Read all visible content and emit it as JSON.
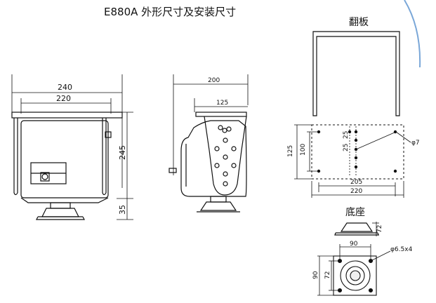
{
  "title": "E880A 外形尺寸及安装尺寸",
  "labels": {
    "flip_plate": "翻板",
    "base": "底座"
  },
  "front_view": {
    "width_outer": "240",
    "width_inner": "220",
    "height": "245",
    "base_height": "35"
  },
  "side_view": {
    "depth_outer": "200",
    "depth_inner": "125"
  },
  "flip_plate_holes": {
    "height_outer": "125",
    "height_inner": "100",
    "spacing_a": "25",
    "spacing_b": "25",
    "width_inner": "205",
    "width_outer": "220",
    "hole_diameter": "φ7"
  },
  "base_drawing": {
    "height": "72",
    "width_top": "90",
    "hole_spec": "φ6.5x4",
    "side_a": "90",
    "side_b": "72"
  },
  "colors": {
    "line": "#111111",
    "background": "#ffffff",
    "accent_blue": "#7aa7d8"
  }
}
